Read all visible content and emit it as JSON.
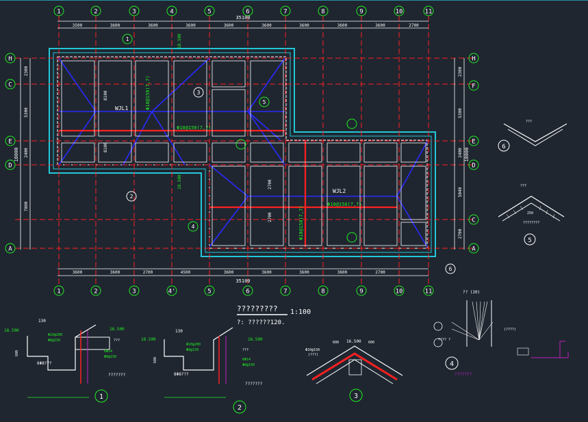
{
  "axes_top": [
    "1",
    "2",
    "3",
    "4",
    "5",
    "6",
    "7",
    "8",
    "9",
    "10",
    "11"
  ],
  "axes_bottom": [
    "1",
    "2",
    "3",
    "4",
    "5",
    "6",
    "7",
    "8",
    "9",
    "10",
    "11"
  ],
  "bottom_marker_4": "4'",
  "axes_left": [
    "H",
    "C",
    "E",
    "D",
    "A"
  ],
  "axes_right": [
    "H",
    "F",
    "E",
    "D",
    "C",
    "A"
  ],
  "dims_top": [
    "3500",
    "3600",
    "3600",
    "3600",
    "3600",
    "3600",
    "3600",
    "3600",
    "3600",
    "2700"
  ],
  "dims_bottom": [
    "3600",
    "3600",
    "2700",
    "4500",
    "3600",
    "3600",
    "3600",
    "3600",
    "2700"
  ],
  "overall_dim": "35100",
  "left_dims": [
    "2300",
    "5300",
    "2400",
    "7800"
  ],
  "left_total": "18000",
  "right_dims": [
    "2300",
    "5300",
    "2400",
    "5040",
    "2700"
  ],
  "right_total": "18000",
  "beam_labels": [
    "WJL1",
    "WJL2"
  ],
  "rebar_labels": [
    "Φ10@150(7,7)",
    "Φ10@150(7,7)",
    "Φ10@150(7,7)",
    "Φ10@150(7,7)"
  ],
  "elev_labels": [
    "18.500",
    "18.500",
    "8100",
    "8100",
    "2700",
    "2700"
  ],
  "section_markers": [
    "1",
    "2",
    "3",
    "4",
    "5",
    "6",
    "1",
    "2",
    "3",
    "4"
  ],
  "title_text": "?????????",
  "scale_text": "1:100",
  "note_text": "?: ??????120.",
  "detail_labels": {
    "d1_top": "130",
    "d1_elev": "18.500",
    "d1_elev2": "16.500",
    "d1_r1": "Φ10@200",
    "d1_r2": "Φ8@150",
    "d1_r3": "???",
    "d1_r4": "6Φ14",
    "d1_r5": "Φ8@150",
    "d1_r6": "8Φ8???",
    "d1_r7": "???????",
    "d1_h": "600",
    "d2_top": "130",
    "d2_elev": "18.500",
    "d2_elev2": "16.500",
    "d2_r1": "Φ10@200",
    "d2_r2": "Φ8@150",
    "d2_r3": "???",
    "d2_r4": "6Φ14",
    "d2_r5": "Φ8@150",
    "d2_r6": "8Φ8???",
    "d2_r7": "???????",
    "d2_h": "600",
    "d3_top": "16.500",
    "d3_l": "600",
    "d3_r": "600",
    "d3_a": "Φ10@150",
    "d3_b": "(???)",
    "d4_a": "?? (20)",
    "d4_b": "???? ?",
    "d4_c": "(????)",
    "d4_d": "???????",
    "d5_t": "250",
    "d5_a": "???",
    "d5_b": "????????",
    "d6_a": "???"
  },
  "colors": {
    "red": "#ff2020",
    "blue": "#2a2aff",
    "green": "#22ee22",
    "white": "#ffffff",
    "cyan": "#22c8d8",
    "magenta": "#c020c0"
  }
}
